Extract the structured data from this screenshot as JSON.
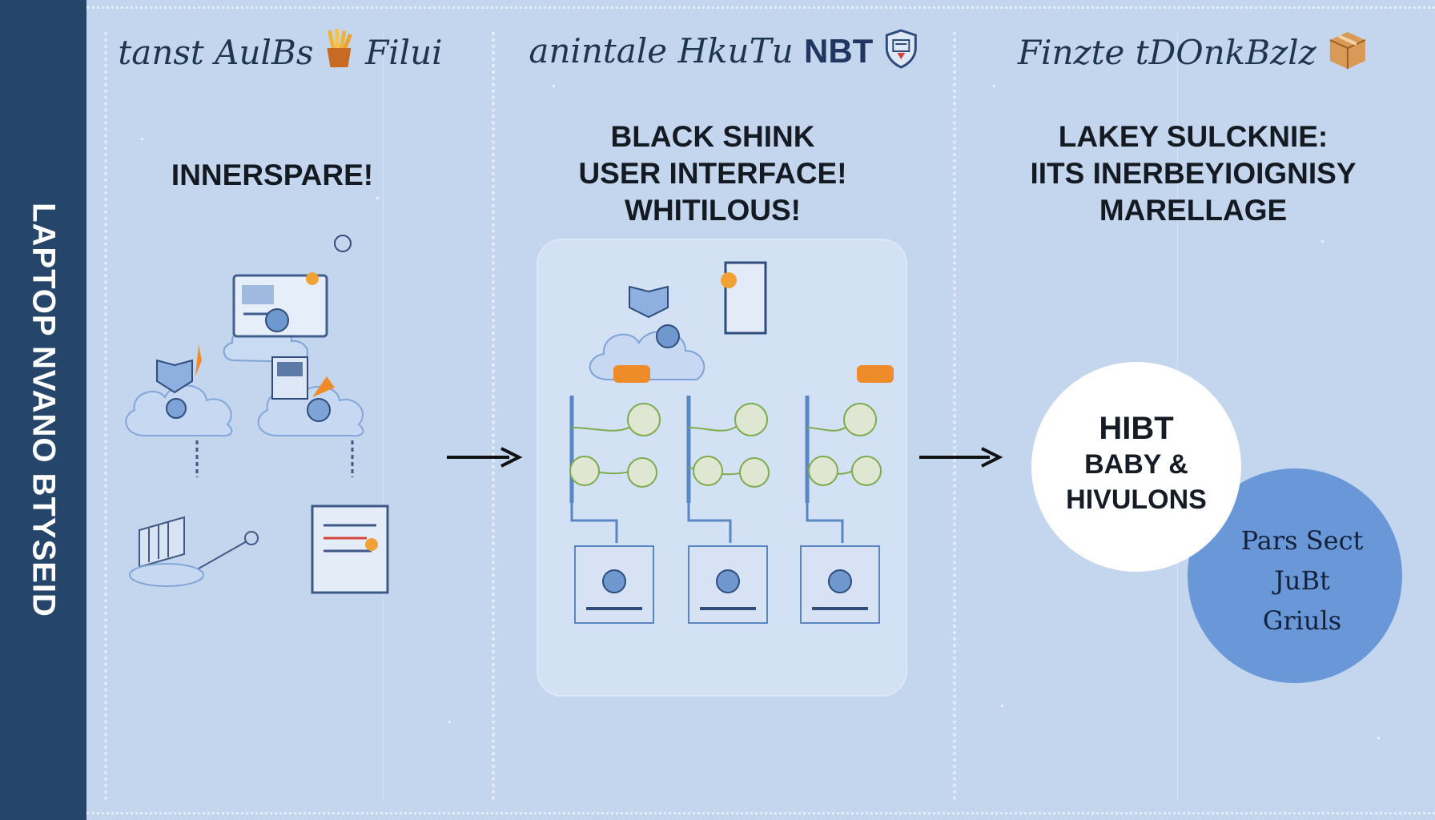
{
  "sidebar": {
    "title": "LAPTOP NVANO BTYSEID"
  },
  "panels": [
    {
      "title_script": "tanst AulBs",
      "title_tail": "Filui",
      "heading": [
        "INNERSPARE!"
      ],
      "icon": "fries-icon"
    },
    {
      "title_script": "anintale HkuTu",
      "title_tail": "NBT",
      "heading": [
        "BLACK SHINK",
        "USER INTERFACE!",
        "WHITILOUS!"
      ],
      "icon": "shield-icon"
    },
    {
      "title_script": "Finzte",
      "title_tail": "tDOnkBzlz",
      "heading": [
        "LAKEY SULCKNIE:",
        "IITS INERBEYIOIGNISY",
        "MARELLAGE"
      ],
      "icon": "box-icon"
    }
  ],
  "venn": {
    "white_lines": [
      "HIBT",
      "BABY &",
      "HIVULONS"
    ],
    "blue_lines": [
      "Pars Sect",
      "JuBt",
      "Griuls"
    ]
  },
  "colors": {
    "sidebar": "#25456a",
    "background": "#c4d5ee",
    "blue_circle": "#6a97d8",
    "line": "#5b86c4",
    "green": "#7dab4e",
    "orange": "#e88a2a"
  }
}
